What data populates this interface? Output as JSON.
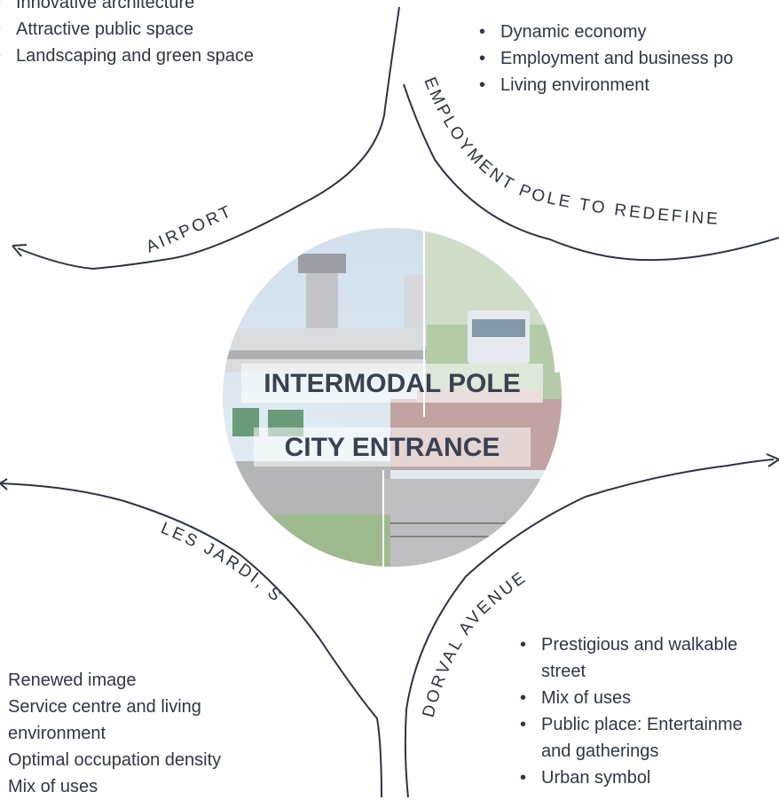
{
  "quadrants": {
    "top_left": {
      "items": [
        "Innovative architecture",
        "Attractive public space",
        "Landscaping and green space"
      ]
    },
    "top_right": {
      "items": [
        "Dynamic economy",
        "Employment and business po",
        "Living environment"
      ]
    },
    "bottom_left": {
      "items": [
        "Renewed image",
        "Service centre and living",
        "environment",
        "Optimal occupation density",
        "Mix of uses"
      ]
    },
    "bottom_right": {
      "items": [
        "Prestigious and walkable",
        "street",
        "Mix of uses",
        "Public place: Entertainme",
        "and gatherings",
        "Urban symbol"
      ]
    }
  },
  "arc_labels": {
    "airport": "AIRPORT",
    "employment": "EMPLOYMENT POLE TO REDEFINE",
    "les_jardins": "LES JARDI, S",
    "dorval": "DORVAL AVENUE"
  },
  "center": {
    "line1": "INTERMODAL POLE",
    "line2": "CITY ENTRANCE"
  },
  "colors": {
    "text": "#2f3646",
    "curve": "#2d3340",
    "circle_sky": "#bfd3e3",
    "circle_green": "#8fae7c",
    "circle_road": "#9a9b9e"
  }
}
